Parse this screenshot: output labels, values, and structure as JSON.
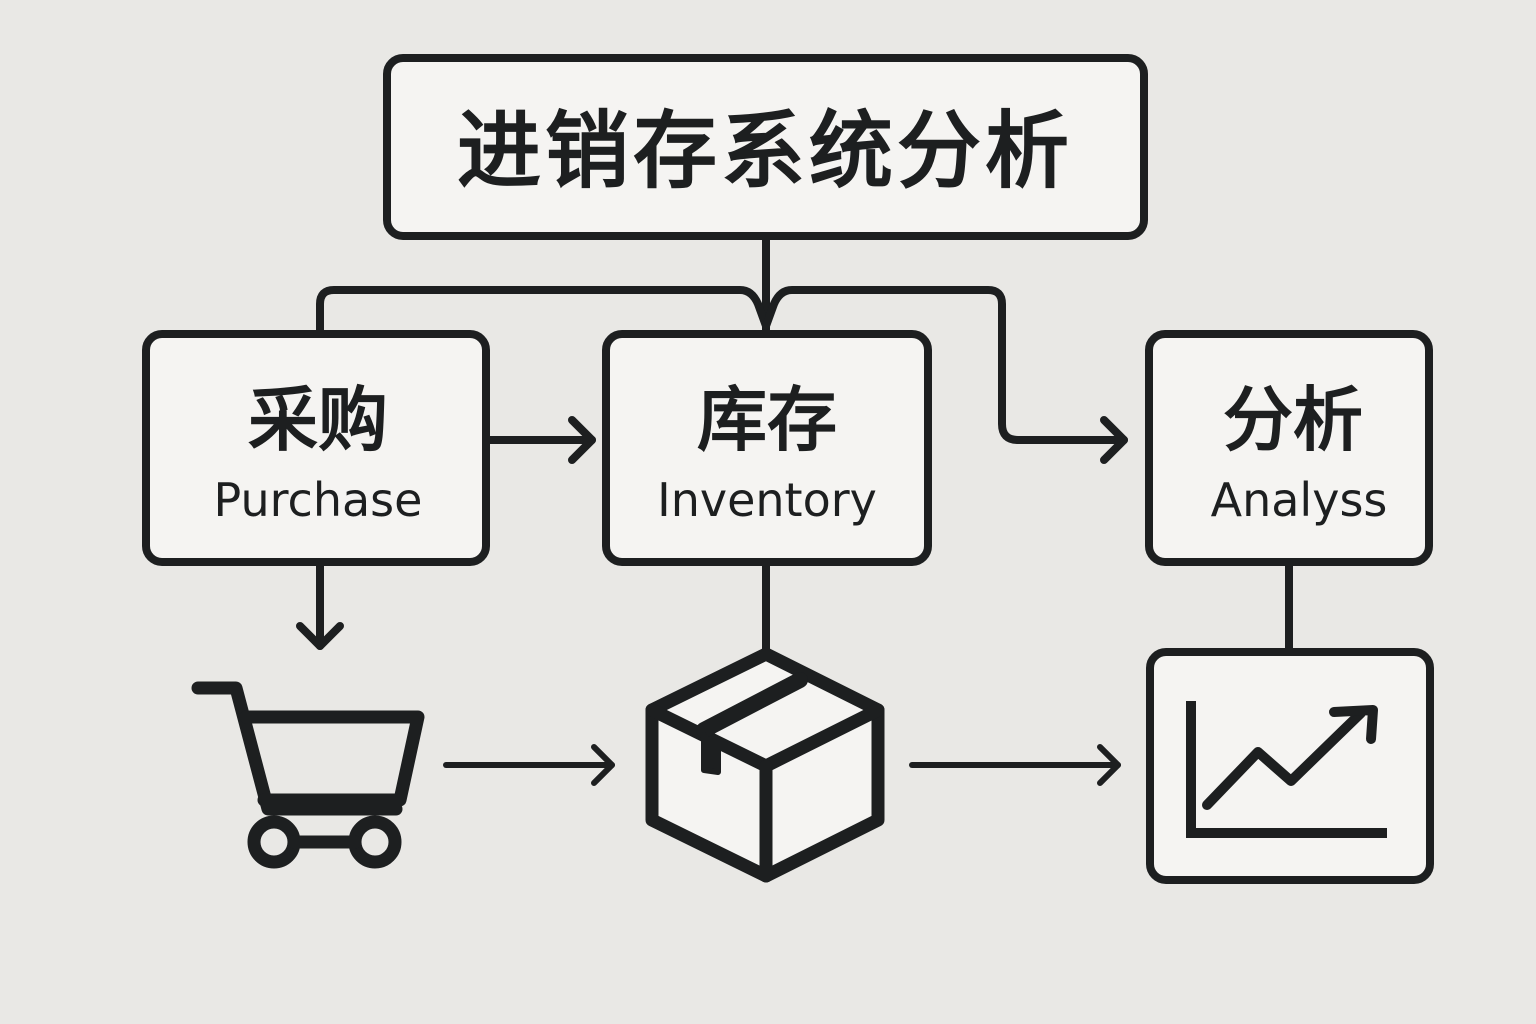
{
  "title": "进销存系统分析",
  "colors": {
    "background": "#e9e8e5",
    "box_fill": "#f5f4f2",
    "stroke": "#1d1f20"
  },
  "nodes": {
    "purchase": {
      "label_zh": "采购",
      "label_en": "Purchase",
      "icon": "shopping-cart-icon"
    },
    "inventory": {
      "label_zh": "库存",
      "label_en": "Inventory",
      "icon": "package-box-icon"
    },
    "analysis": {
      "label_zh": "分析",
      "label_en": "Analyss",
      "icon": "trending-chart-icon"
    }
  },
  "edges": [
    {
      "from": "title",
      "to": "purchase"
    },
    {
      "from": "title",
      "to": "inventory"
    },
    {
      "from": "title",
      "to": "analysis"
    },
    {
      "from": "purchase",
      "to": "inventory"
    },
    {
      "from": "purchase",
      "to": "shopping-cart-icon"
    },
    {
      "from": "inventory",
      "to": "package-box-icon"
    },
    {
      "from": "analysis",
      "to": "trending-chart-icon"
    },
    {
      "from": "shopping-cart-icon",
      "to": "package-box-icon"
    },
    {
      "from": "package-box-icon",
      "to": "trending-chart-icon"
    }
  ]
}
